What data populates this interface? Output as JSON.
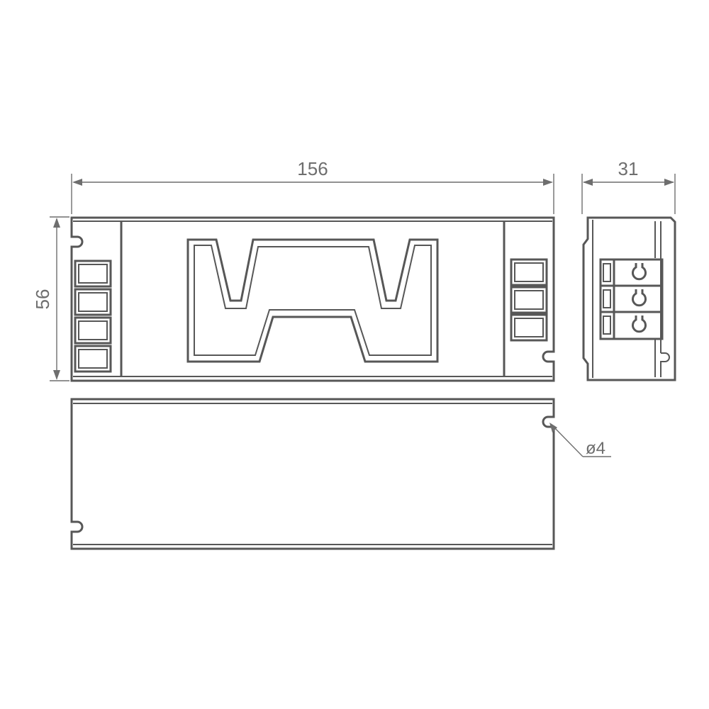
{
  "dimensions": {
    "length": "156",
    "width": "31",
    "height": "56",
    "hole_diameter": "ø4"
  },
  "colors": {
    "outline": "#575757",
    "dimension": "#6e6e6e",
    "background": "#ffffff"
  }
}
